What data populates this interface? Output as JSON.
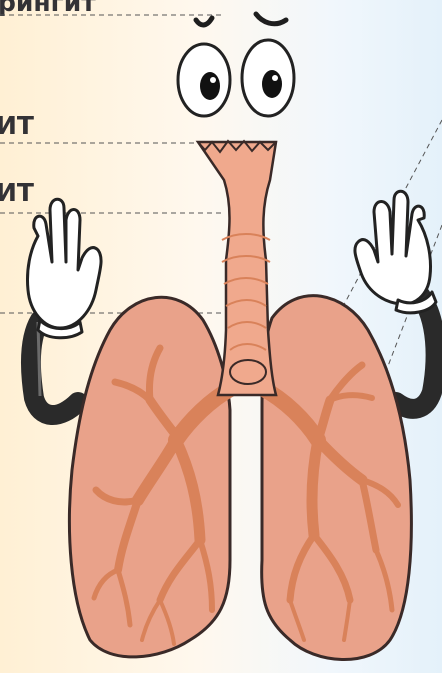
{
  "labels": [
    {
      "id": "top",
      "text": "рингит"
    },
    {
      "id": "1",
      "text": "ИТ"
    },
    {
      "id": "2",
      "text": "ИТ"
    },
    {
      "id": "3",
      "text": "."
    }
  ],
  "colors": {
    "lung": "#E9A28A",
    "lung_outline": "#3A2A28",
    "bronchi": "#D9825A",
    "trachea": "#F0A98D",
    "glove": "#FFFFFF",
    "arm": "#2A2A2A",
    "leader": "#555555",
    "background_left": "#FFF1D9",
    "background_right": "#EAF4FB"
  },
  "icons": [
    "eyes-icon",
    "eyebrow-icon",
    "glove-hand-icon",
    "lungs-icon",
    "trachea-icon",
    "bronchi-icon"
  ]
}
